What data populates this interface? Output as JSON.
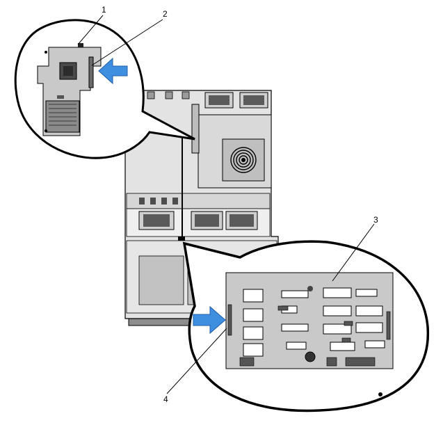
{
  "callouts": [
    {
      "number": "1"
    },
    {
      "number": "2"
    },
    {
      "number": "3"
    },
    {
      "number": "4"
    }
  ],
  "colors": {
    "arrow": "#3f8fe0",
    "board": "#c9c9c9",
    "chassis": "#e0e0e0",
    "outline": "#000000"
  },
  "icons": {
    "arrow": "arrow-right-icon"
  }
}
